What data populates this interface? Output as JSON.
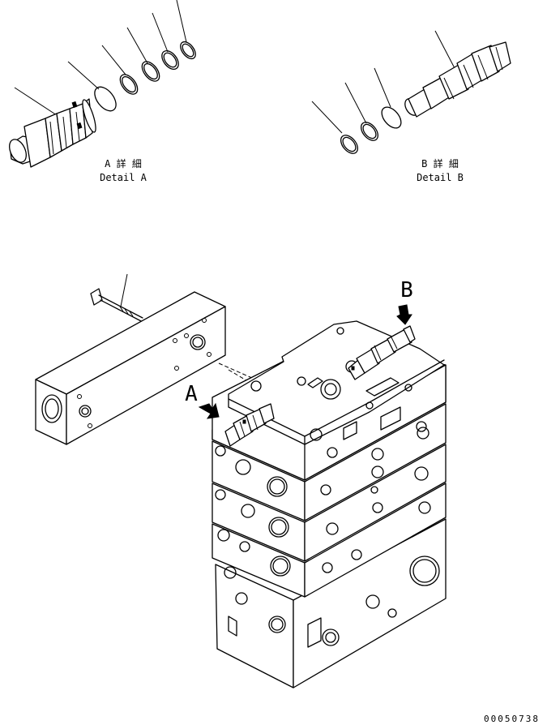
{
  "detail_a": {
    "title_jp": "A 詳 細",
    "title_en": "Detail A"
  },
  "detail_b": {
    "title_jp": "B 詳 細",
    "title_en": "Detail B"
  },
  "view_labels": {
    "a": "A",
    "b": "B"
  },
  "drawing_number": "00050738"
}
